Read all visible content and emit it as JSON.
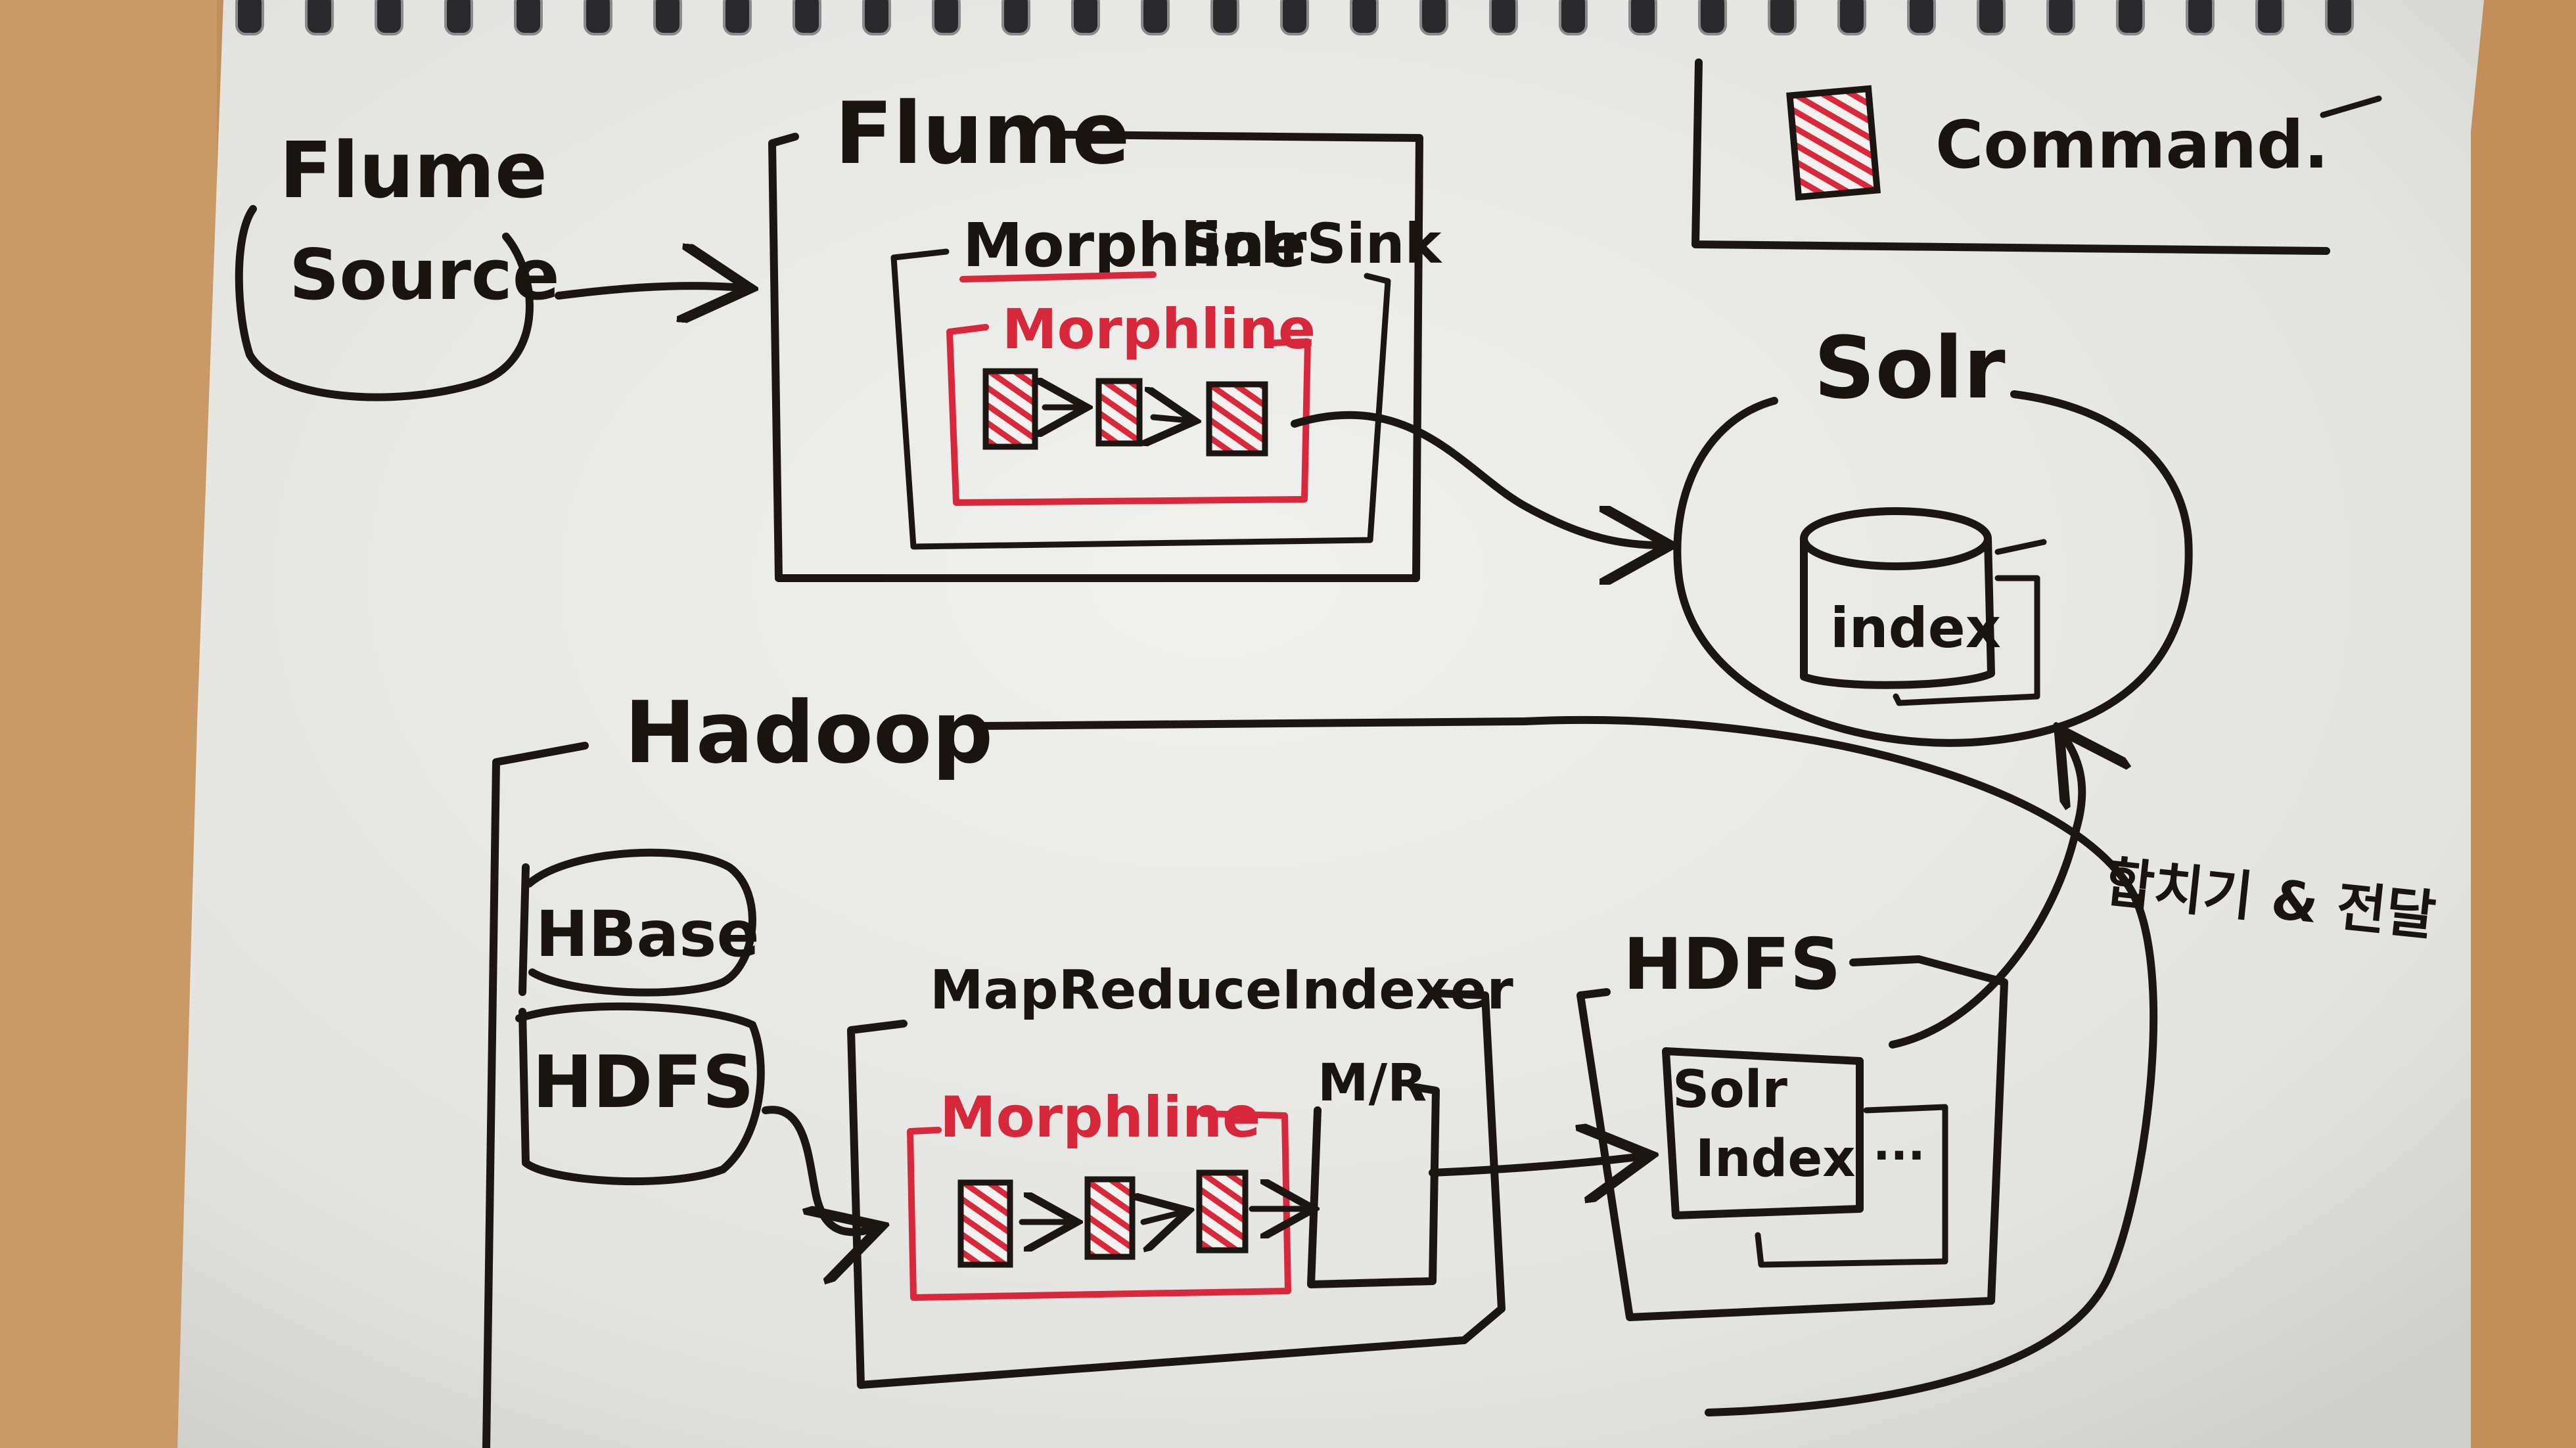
{
  "labels": {
    "flume_source_line1": "Flume",
    "flume_source_line2": "Source",
    "flume": "Flume",
    "morphline_solr_sink_a": "Morphline",
    "morphline_solr_sink_b": "SolrSink",
    "morphline_top": "Morphline",
    "legend_command": "Command.",
    "solr": "Solr",
    "solr_index": "index",
    "hadoop": "Hadoop",
    "hbase": "HBase",
    "hdfs_left": "HDFS",
    "mapreduce_indexer": "MapReduceIndexer",
    "morphline_bottom": "Morphline",
    "mr": "M/R",
    "hdfs_right": "HDFS",
    "hdfs_solr_index_line1": "Solr",
    "hdfs_solr_index_line2": "Index",
    "hdfs_ellipsis": "...",
    "korean_note": "합치기 & 전달"
  },
  "colors": {
    "paper": "#e9e9e6",
    "ink": "#1c1612",
    "accent_red": "#d9283c",
    "desk": "#c89a66"
  }
}
